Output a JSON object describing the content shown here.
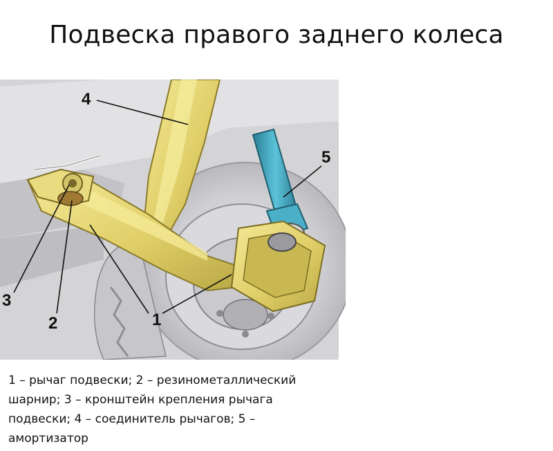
{
  "title": "Подвеска правого заднего колеса",
  "callouts": {
    "c1": "1",
    "c2": "2",
    "c3": "3",
    "c4": "4",
    "c5": "5"
  },
  "caption": {
    "line1": "1 – рычаг подвески; 2 – резинометаллический",
    "line2": "шарнир; 3 – кронштейн крепления рычага",
    "line3": "подвески; 4 – соединитель рычагов; 5 –",
    "line4": "амортизатор"
  },
  "colors": {
    "arm": "#e3d472",
    "arm_dark": "#a99a3a",
    "shock": "#3fa6bf",
    "background_grey": "#cfcfd2"
  }
}
